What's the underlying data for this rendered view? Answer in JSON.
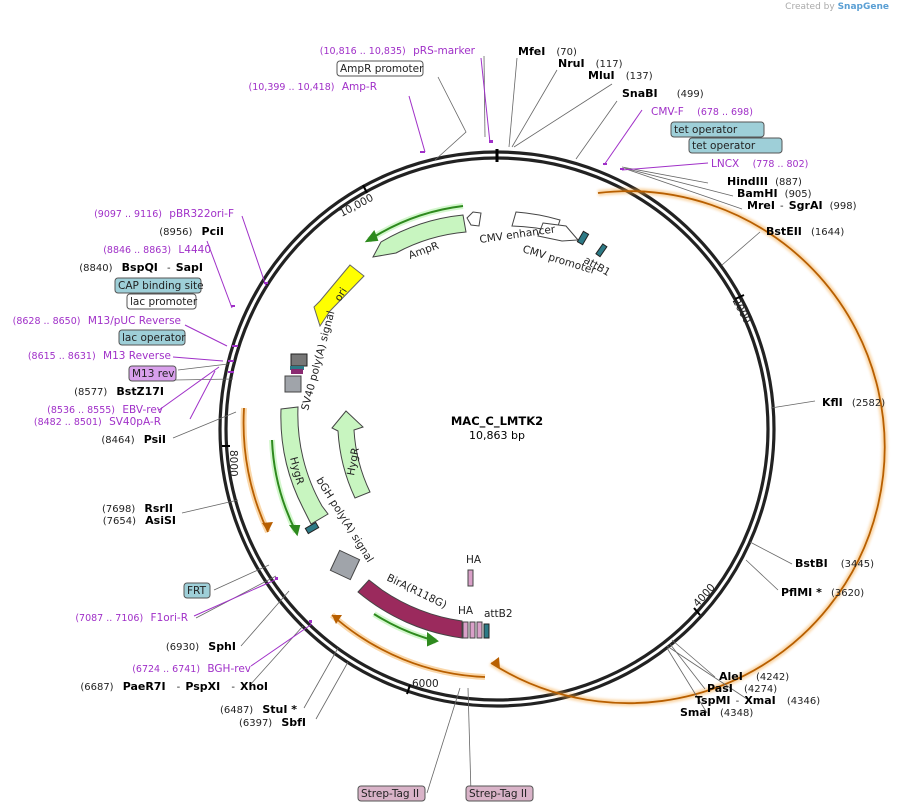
{
  "credit": {
    "prefix": "Created by",
    "brand": "SnapGene"
  },
  "plasmid": {
    "name": "MAC_C_LMTK2",
    "length": "10,863 bp"
  },
  "scale_ticks": [
    "2000",
    "4000",
    "6000",
    "8000",
    "10,000"
  ],
  "colors": {
    "orf_orange": "#f4a640",
    "orf_dark": "#b85f00",
    "resistance_green": "#c8f5c0",
    "ori_yellow": "#ffff00",
    "promoter_white": "#ffffff",
    "birA_purple": "#9b2a5d",
    "regulatory_teal": "#2d7a86",
    "polyA_gray": "#a0a4aa",
    "primer_purple": "#a030c8",
    "boxed_blue": "#9ecfd8",
    "boxed_pink": "#d9b3c8",
    "boxed_violet": "#d9a0ec"
  },
  "sites": {
    "mfei": {
      "name": "MfeI",
      "pos": "(70)"
    },
    "nrui": {
      "name": "NruI",
      "pos": "(117)"
    },
    "mlui": {
      "name": "MluI",
      "pos": "(137)"
    },
    "snabi": {
      "name": "SnaBI",
      "pos": "(499)"
    },
    "hindiii": {
      "name": "HindIII",
      "pos": "(887)"
    },
    "bamhi": {
      "name": "BamHI",
      "pos": "(905)"
    },
    "mrei": {
      "name": "MreI",
      "sep": "-",
      "name2": "SgrAI",
      "pos": "(998)"
    },
    "bsteii": {
      "name": "BstEII",
      "pos": "(1644)"
    },
    "kfli": {
      "name": "KflI",
      "pos": "(2582)"
    },
    "bstbi": {
      "name": "BstBI",
      "pos": "(3445)"
    },
    "pflmi": {
      "name": "PflMI *",
      "pos": "(3620)"
    },
    "alei": {
      "name": "AleI",
      "pos": "(4242)"
    },
    "pasi": {
      "name": "PasI",
      "pos": "(4274)"
    },
    "tspmi": {
      "name": "TspMI",
      "sep": "-",
      "name2": "XmaI",
      "pos": "(4346)"
    },
    "smai": {
      "name": "SmaI",
      "pos": "(4348)"
    },
    "psii": {
      "name": "PsiI",
      "pos": "(8464)"
    },
    "bstz17i": {
      "name": "BstZ17I",
      "pos": "(8577)"
    },
    "bspqi": {
      "name": "BspQI",
      "sep": "-",
      "name2": "SapI",
      "pos": "(8840)"
    },
    "pcii": {
      "name": "PciI",
      "pos": "(8956)"
    },
    "rsrii": {
      "name": "RsrII",
      "pos": "(7698)"
    },
    "asisi": {
      "name": "AsiSI",
      "pos": "(7654)"
    },
    "sphi": {
      "name": "SphI",
      "pos": "(6930)"
    },
    "paer7i": {
      "name": "PaeR7I",
      "sep": "-",
      "name2": "PspXI",
      "sep2": "-",
      "name3": "XhoI",
      "pos": "(6687)"
    },
    "stui": {
      "name": "StuI *",
      "pos": "(6487)"
    },
    "sbfi": {
      "name": "SbfI",
      "pos": "(6397)"
    }
  },
  "primers": {
    "prs": {
      "pos": "(10,816 .. 10,835)",
      "name": "pRS-marker"
    },
    "ampr": {
      "pos": "(10,399 .. 10,418)",
      "name": "Amp-R"
    },
    "cmvf": {
      "name": "CMV-F",
      "pos": "(678 .. 698)"
    },
    "lncx": {
      "name": "LNCX",
      "pos": "(778 .. 802)"
    },
    "pbr322": {
      "pos": "(9097 .. 9116)",
      "name": "pBR322ori-F"
    },
    "l4440": {
      "pos": "(8846 .. 8863)",
      "name": "L4440"
    },
    "m13puc": {
      "pos": "(8628 .. 8650)",
      "name": "M13/pUC Reverse"
    },
    "m13rev_p": {
      "pos": "(8615 .. 8631)",
      "name": "M13 Reverse"
    },
    "ebv": {
      "pos": "(8536 .. 8555)",
      "name": "EBV-rev"
    },
    "sv40pa": {
      "pos": "(8482 .. 8501)",
      "name": "SV40pA-R"
    },
    "f1ori": {
      "pos": "(7087 .. 7106)",
      "name": "F1ori-R"
    },
    "bgh": {
      "pos": "(6724 .. 6741)",
      "name": "BGH-rev"
    }
  },
  "boxed": {
    "ampr_prom": "AmpR promoter",
    "tet1": "tet operator",
    "tet2": "tet operator",
    "cap": "CAP binding site",
    "lacprom": "lac promoter",
    "lacop": "lac operator",
    "m13rev": "M13 rev",
    "frt": "FRT",
    "strep1": "Strep-Tag II",
    "strep2": "Strep-Tag II"
  },
  "features": {
    "cmv_enh": "CMV enhancer",
    "cmv_prom": "CMV promoter",
    "attb1": "attB1",
    "ampr": "AmpR",
    "ori": "ori",
    "sv40": "SV40 poly(A) signal",
    "hygr_in": "HygR",
    "hygr_out": "HygR",
    "bgh": "bGH poly(A) signal",
    "birA": "BirA(R118G)",
    "ha1": "HA",
    "ha2": "HA",
    "attb2": "attB2"
  }
}
